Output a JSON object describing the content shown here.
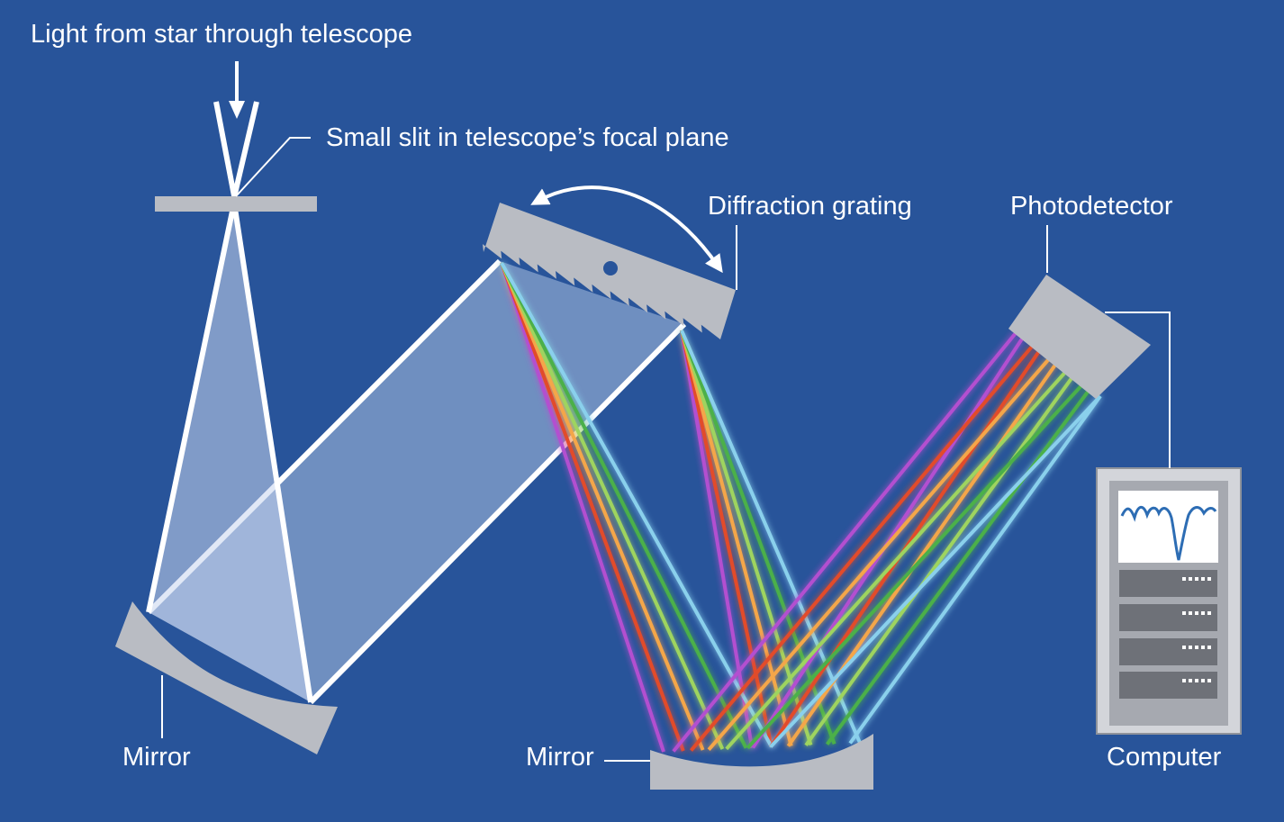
{
  "labels": {
    "light_source": "Light from star through telescope",
    "slit": "Small slit in telescope’s focal plane",
    "grating": "Diffraction grating",
    "photodetector": "Photodetector",
    "mirror_left": "Mirror",
    "mirror_bottom": "Mirror",
    "computer": "Computer"
  },
  "colors": {
    "background": "#28549a",
    "beam_fill": "#a9bfe0",
    "beam_edge": "#ffffff",
    "component_gray": "#b9bcc3",
    "screen_line": "#2d6db4"
  },
  "spectrum_colors": [
    "#b34fd0",
    "#e24b2b",
    "#f4a64a",
    "#9ed45f",
    "#4bb04a",
    "#8ad0ec"
  ],
  "icons": [
    "arrow-down-icon",
    "curved-double-arrow-icon",
    "pivot-dot-icon",
    "spectrum-plot-icon",
    "server-rack-icon"
  ]
}
